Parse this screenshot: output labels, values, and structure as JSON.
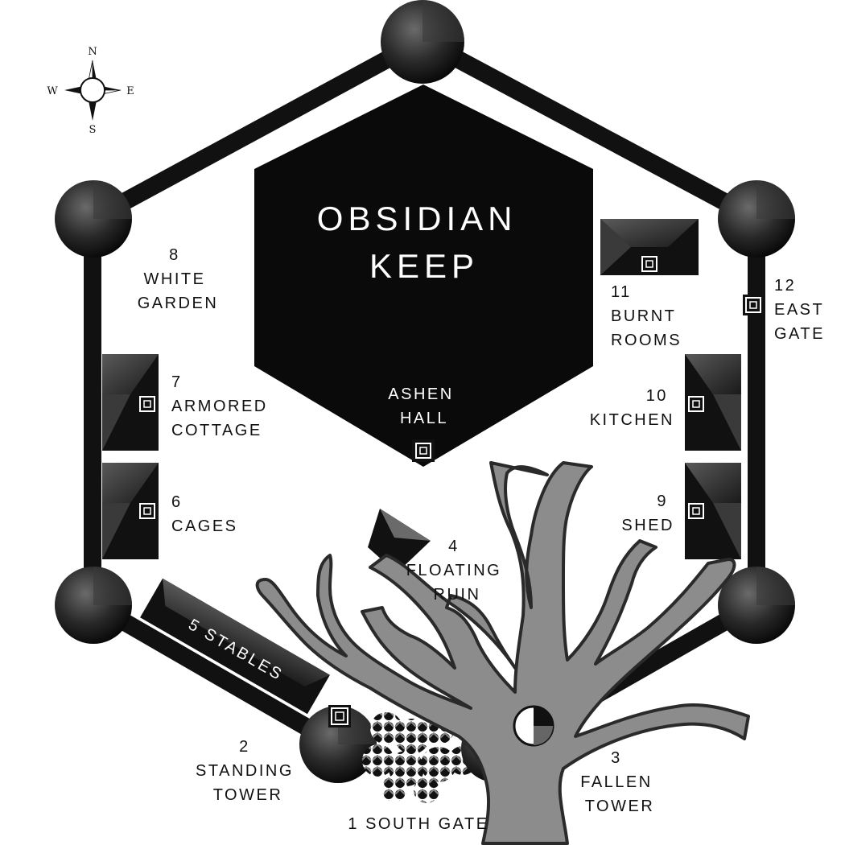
{
  "map": {
    "title": [
      "OBSIDIAN",
      "KEEP"
    ],
    "compass": {
      "n": "N",
      "s": "S",
      "e": "E",
      "w": "W"
    },
    "locations": {
      "ashen_hall": [
        "ASHEN",
        "HALL"
      ],
      "south_gate": "1 SOUTH GATE",
      "standing_tower": [
        "2",
        "STANDING",
        "TOWER"
      ],
      "fallen_tower": [
        "3",
        "FALLEN",
        "TOWER"
      ],
      "floating_ruin": [
        "4",
        "FLOATING",
        "RUIN"
      ],
      "stables": "5  STABLES",
      "cages": [
        "6",
        "CAGES"
      ],
      "armored_cottage": [
        "7",
        "ARMORED",
        "COTTAGE"
      ],
      "white_garden": [
        "8",
        "WHITE",
        "GARDEN"
      ],
      "shed": [
        "9",
        "SHED"
      ],
      "kitchen": [
        "10",
        "KITCHEN"
      ],
      "burnt_rooms": [
        "11",
        "BURNT",
        "ROOMS"
      ],
      "east_gate": [
        "12",
        "EAST",
        "GATE"
      ]
    },
    "colors": {
      "ink": "#111111",
      "paper": "#ffffff",
      "tree": "#8c8c8c",
      "tree_edge": "#2a2a2a"
    }
  }
}
